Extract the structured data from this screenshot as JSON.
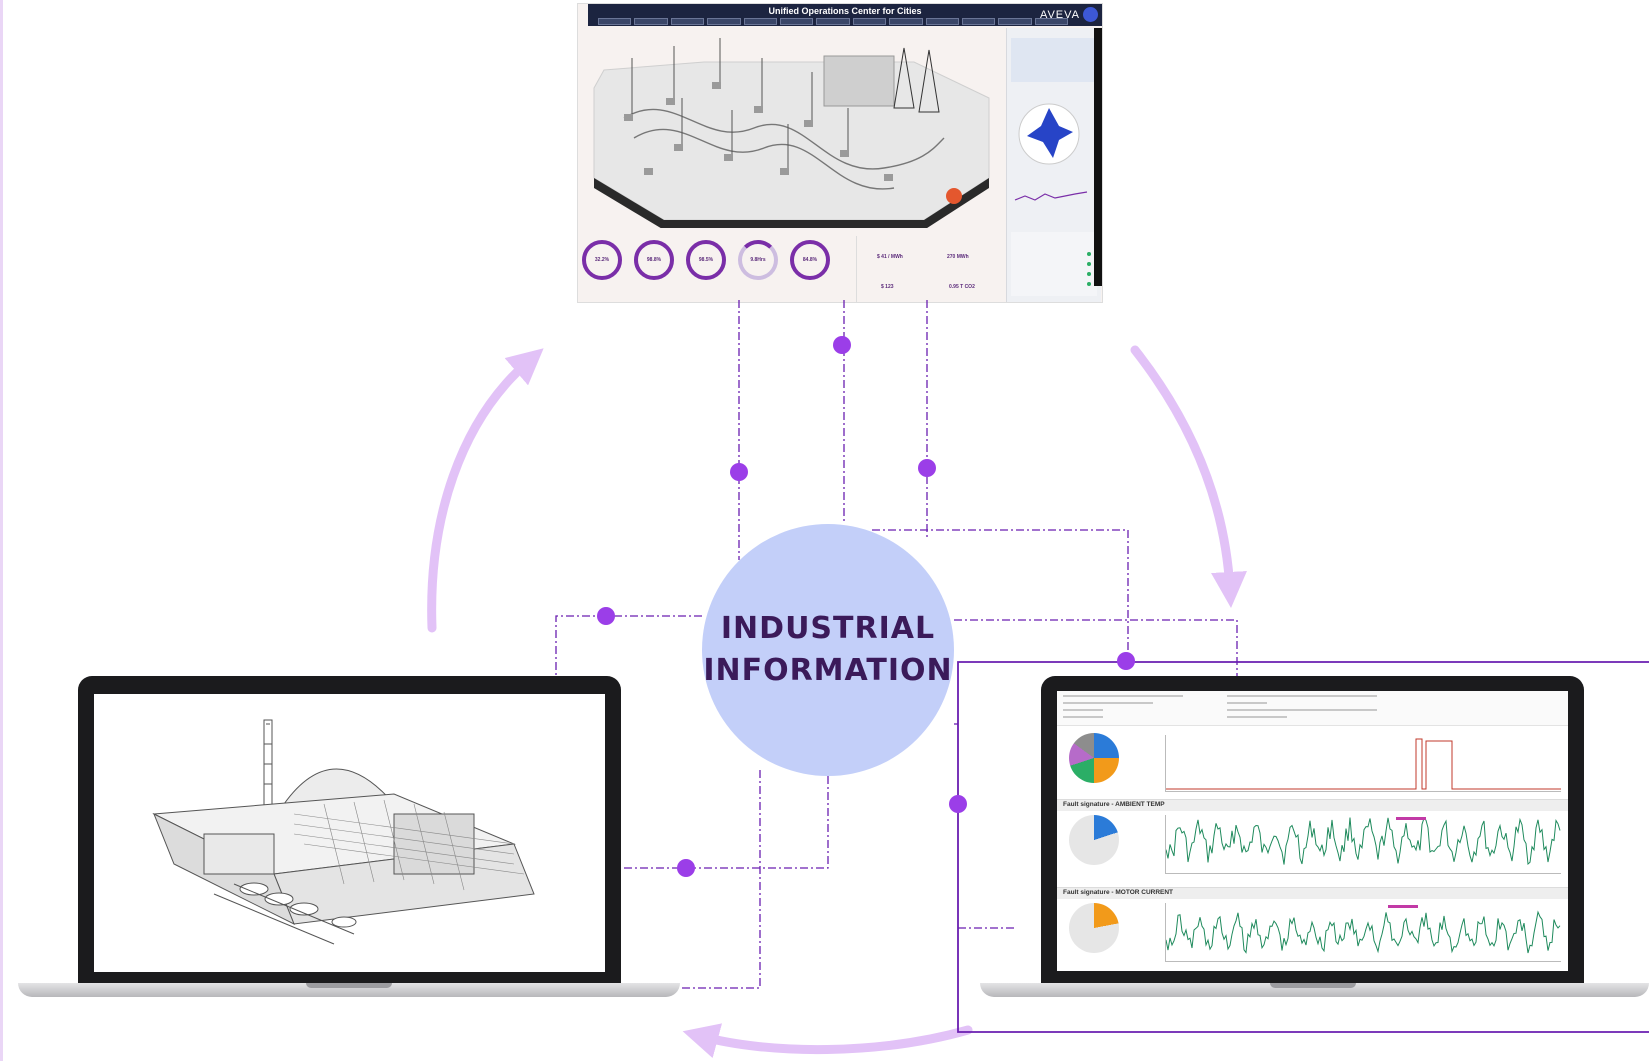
{
  "hub": {
    "line1": "INDUSTRIAL",
    "line2": "INFORMATION"
  },
  "dashboard": {
    "title": "Unified Operations Center for Cities",
    "logo": "AVEVA",
    "gauges": [
      "32.2%",
      "98.8%",
      "98.5%",
      "9.8Hrs",
      "84.8%"
    ],
    "kpis": [
      "$ 41 / MWh",
      "270 MWh",
      "$ 123",
      "0.95 T CO2"
    ]
  },
  "analytics": {
    "signature_1": "Fault signature - AMBIENT TEMP",
    "signature_2": "Fault signature - MOTOR CURRENT"
  },
  "colors": {
    "accent": "#9b3ee8",
    "arrow": "#e2c2f7",
    "hub": "#c3cff9",
    "hub_text": "#3b1a5a",
    "line": "#6a1fb0",
    "trace": "#1e8a5c",
    "alarm": "#c0392b"
  }
}
